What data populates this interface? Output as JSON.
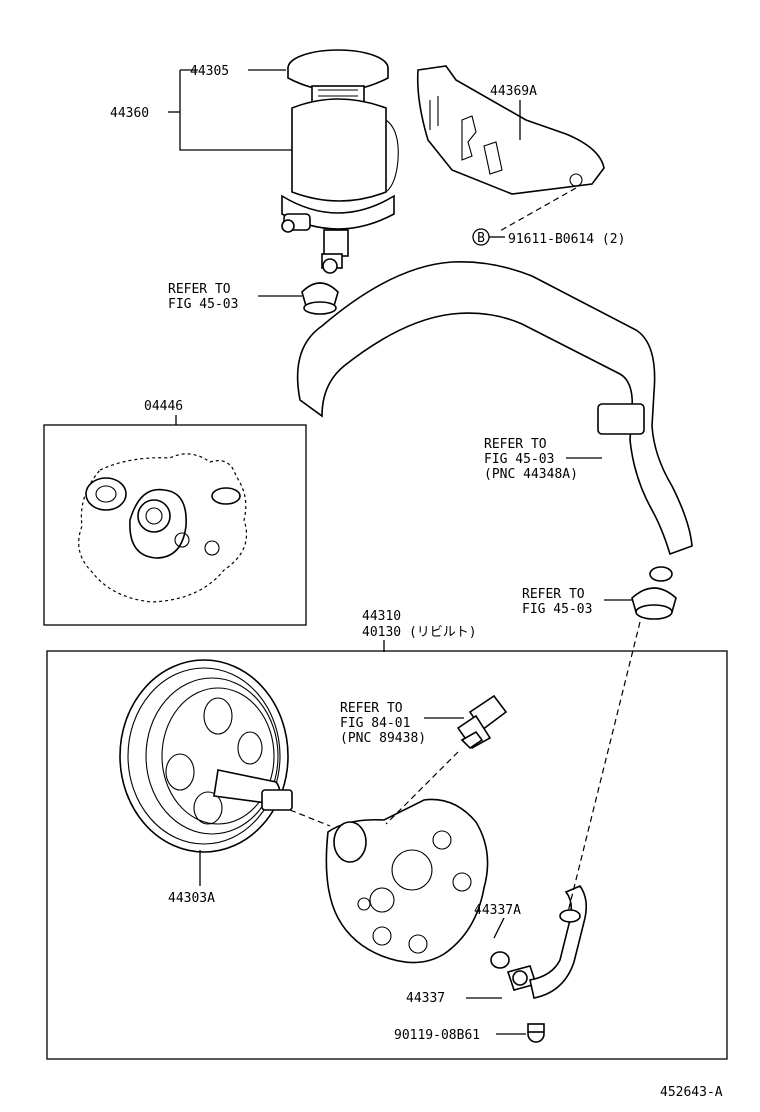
{
  "labels": {
    "p44305": "44305",
    "p44360": "44360",
    "p44369a": "44369A",
    "bolt_b": "91611-B0614 (2)",
    "bolt_b_marker": "B",
    "refer_top_1": "REFER TO",
    "refer_top_2": "FIG 45-03",
    "p04446": "04446",
    "refer_mid_1": "REFER TO",
    "refer_mid_2": "FIG 45-03",
    "refer_mid_3": "(PNC 44348A)",
    "refer_right_1": "REFER TO",
    "refer_right_2": "FIG 45-03",
    "p44310": "44310",
    "p40130": "40130 (リビルト)",
    "refer_sensor_1": "REFER TO",
    "refer_sensor_2": "FIG 84-01",
    "refer_sensor_3": "(PNC 89438)",
    "p44303a": "44303A",
    "p44337a": "44337A",
    "p44337": "44337",
    "p9011908b61": "90119-08B61",
    "figure_id": "452643-A"
  }
}
